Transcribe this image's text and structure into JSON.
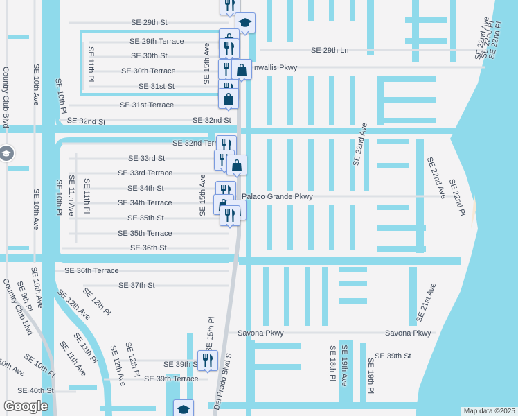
{
  "map": {
    "colors": {
      "land": "#f4f3f4",
      "water": "#8fdaeb",
      "road": "#dde0e5",
      "arterial": "#cdd3da",
      "label": "#3c4757",
      "marker_fill": "#e6ecfb",
      "marker_border": "#7a9be0",
      "marker_icon": "#0b4a6e"
    },
    "streets": {
      "se_29th_st": "SE 29th St",
      "se_29th_terrace": "SE 29th Terrace",
      "se_30th_st": "SE 30th St",
      "se_30th_terrace": "SE 30th Terrace",
      "se_31st_st": "SE 31st St",
      "se_31st_terrace": "SE 31st Terrace",
      "se_32nd_st_left": "SE 32nd St",
      "se_32nd_st_right": "SE 32nd St",
      "se_32nd_terrace": "SE 32nd Terrace",
      "se_33rd_st": "SE 33rd St",
      "se_33rd_terrace": "SE 33rd Terrace",
      "se_34th_st": "SE 34th St",
      "se_34th_terrace": "SE 34th Terrace",
      "se_35th_st": "SE 35th St",
      "se_35th_terrace": "SE 35th Terrace",
      "se_36th_st": "SE 36th St",
      "se_36th_terrace": "SE 36th Terrace",
      "se_37th_st": "SE 37th St",
      "se_29th_ln": "SE 29th Ln",
      "cornwallis_pkwy": "nwallis Pkwy",
      "palaco_grande_pkwy": "Palaco Grande Pkwy",
      "savona_pkwy_left": "Savona Pkwy",
      "savona_pkwy_right": "Savona Pkwy",
      "se_39th_st_left": "SE 39th St",
      "se_39th_st_right": "SE 39th St",
      "se_39th_terrace": "SE 39th Terrace",
      "se_40th_st": "SE 40th St",
      "se_10th_ave_top": "SE 10th Ave",
      "se_10th_ave_mid": "SE 10th Ave",
      "se_10th_ave_bottom": "SE 10th Ave",
      "se_11th_pl_top": "SE 11th Pl",
      "se_10th_pl_top": "SE 10th Pl",
      "se_10th_pl_mid": "SE 10th Pl",
      "se_11th_ave_mid": "SE 11th Ave",
      "se_11th_pl_mid": "SE 11th Pl",
      "se_15th_ave_top": "SE 15th Ave",
      "se_15th_ave_mid": "SE 15th Ave",
      "se_15th_pl": "SE 15th Pl",
      "se_9th_pl": "SE 9th Pl",
      "se_12th_ave_upper": "SE 12th Ave",
      "se_12th_pl_upper": "SE 12th Pl",
      "se_11th_pl_lower": "SE 11th Pl",
      "se_11th_ave_lower": "SE 11th Ave",
      "se_10th_pl_lower": "SE 10th Pl",
      "se_10th_ave_lower": "10th Ave",
      "se_12th_ave_lower": "SE 12th Ave",
      "se_12th_pl_lower": "SE 12th Pl",
      "country_club_blvd_top": "Country Club Blvd",
      "country_club_blvd_bottom": "Country Club Blvd",
      "del_prado_blvd": "Del Prado Blvd S",
      "se_18th_pl": "SE 18th Pl",
      "se_19th_ave": "SE 19th Ave",
      "se_19th_pl": "SE 19th Pl",
      "se_21st_ave": "SE 21st Ave",
      "se_22nd_ave_top": "SE 22nd Ave",
      "se_22nd_pl_top": "SE 22nd Pl",
      "se_22nd_ave_mid": "SE 22nd Ave",
      "se_22nd_pl_mid": "SE 22nd Pl"
    },
    "markers": [
      {
        "type": "restaurant",
        "icon": "fork-knife-icon"
      },
      {
        "type": "school",
        "icon": "graduation-cap-icon"
      },
      {
        "type": "shopping",
        "icon": "shopping-bag-icon"
      },
      {
        "type": "restaurant",
        "icon": "fork-knife-icon"
      },
      {
        "type": "restaurant",
        "icon": "fork-knife-icon"
      },
      {
        "type": "shopping",
        "icon": "shopping-bag-icon"
      },
      {
        "type": "restaurant",
        "icon": "fork-knife-icon"
      },
      {
        "type": "shopping",
        "icon": "shopping-bag-icon"
      },
      {
        "type": "restaurant",
        "icon": "fork-knife-icon"
      },
      {
        "type": "restaurant",
        "icon": "fork-knife-icon"
      },
      {
        "type": "shopping",
        "icon": "shopping-bag-icon"
      },
      {
        "type": "restaurant",
        "icon": "fork-knife-icon"
      },
      {
        "type": "shopping",
        "icon": "shopping-bag-icon"
      },
      {
        "type": "shopping",
        "icon": "shopping-bag-icon"
      },
      {
        "type": "restaurant",
        "icon": "fork-knife-icon"
      },
      {
        "type": "restaurant",
        "icon": "fork-knife-icon"
      },
      {
        "type": "school",
        "icon": "graduation-cap-icon"
      }
    ],
    "attribution": "Map data ©2025",
    "logo": "Google"
  }
}
